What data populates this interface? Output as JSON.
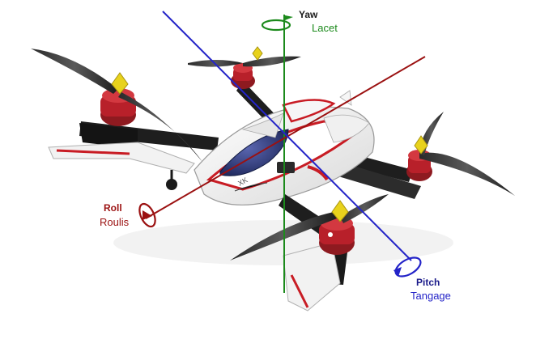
{
  "axes": {
    "yaw": {
      "en": "Yaw",
      "fr": "Lacet",
      "color": "#1c8a1c"
    },
    "roll": {
      "en": "Roll",
      "fr": "Roulis",
      "color": "#9b1111"
    },
    "pitch": {
      "en": "Pitch",
      "fr": "Tangage",
      "color": "#2424c8"
    }
  },
  "colors": {
    "body": "#f2f2f2",
    "body_outline": "#9a9a9a",
    "arm": "#1a1a1a",
    "motor": "#b8202a",
    "prop_tip": "#e8d21c",
    "canopy": "#24306a",
    "stripe": "#c81c24"
  },
  "icons": {
    "yaw_rotation": "rotation-arrow-icon",
    "roll_rotation": "rotation-arrow-icon",
    "pitch_rotation": "rotation-arrow-icon"
  }
}
